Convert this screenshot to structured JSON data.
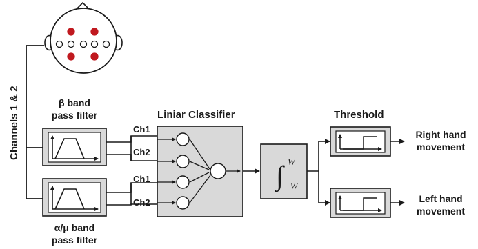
{
  "channels_label": "Channels 1 & 2",
  "beta_filter": {
    "line1": "β band",
    "line2": "pass filter"
  },
  "alpha_filter": {
    "line1": "α/μ band",
    "line2": "pass filter"
  },
  "channel_labels": {
    "top_ch1": "Ch1",
    "top_ch2": "Ch2",
    "bottom_ch1": "Ch1",
    "bottom_ch2": "Ch2"
  },
  "classifier_title": "Liniar Classifier",
  "integrator": {
    "upper_limit": "W",
    "lower_limit": "−W"
  },
  "threshold_title": "Threshold",
  "outputs": {
    "right": {
      "line1": "Right hand",
      "line2": "movement"
    },
    "left": {
      "line1": "Left hand",
      "line2": "movement"
    }
  },
  "colors": {
    "box_fill": "#d9d9d9",
    "electrode_active": "#c0191f",
    "line": "#1a1a1a"
  }
}
